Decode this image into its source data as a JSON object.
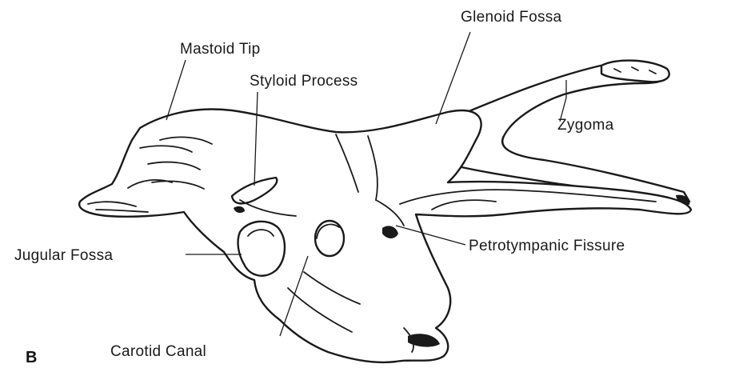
{
  "figure": {
    "panel_letter": "B",
    "labels": {
      "glenoid_fossa": "Glenoid Fossa",
      "mastoid_tip": "Mastoid Tip",
      "styloid_process": "Styloid Process",
      "zygoma": "Zygoma",
      "jugular_fossa": "Jugular Fossa",
      "petrotympanic_fissure": "Petrotympanic Fissure",
      "carotid_canal": "Carotid Canal"
    }
  }
}
